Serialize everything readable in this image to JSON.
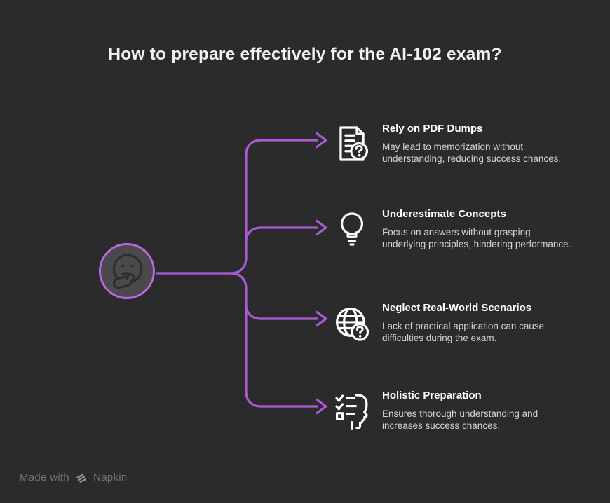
{
  "title": "How to prepare effectively for the AI-102 exam?",
  "center_node": {
    "icon": "thinking-face-icon"
  },
  "items": [
    {
      "icon": "document-question-icon",
      "title": "Rely on PDF Dumps",
      "description": "May lead to memorization without understanding, reducing success chances."
    },
    {
      "icon": "lightbulb-icon",
      "title": "Underestimate Concepts",
      "description": "Focus on answers without grasping underlying principles, hindering performance."
    },
    {
      "icon": "globe-question-icon",
      "title": "Neglect Real-World Scenarios",
      "description": "Lack of practical application can cause difficulties during the exam."
    },
    {
      "icon": "head-checklist-icon",
      "title": "Holistic Preparation",
      "description": "Ensures thorough understanding and increases success chances."
    }
  ],
  "footer": {
    "made_with": "Made with",
    "brand": "Napkin",
    "logo_icon": "napkin-logo-icon"
  },
  "colors": {
    "background": "#2b2b2c",
    "title_text": "#f2f2f2",
    "connector": "#ac59d8",
    "node_ring": "#b569de",
    "node_fill": "#4a4a4c",
    "node_icon": "#2d2d2f",
    "item_title": "#ffffff",
    "item_desc": "#d4d4d4",
    "footer_text": "#757575",
    "footer_logo": "#9a9a9a"
  }
}
